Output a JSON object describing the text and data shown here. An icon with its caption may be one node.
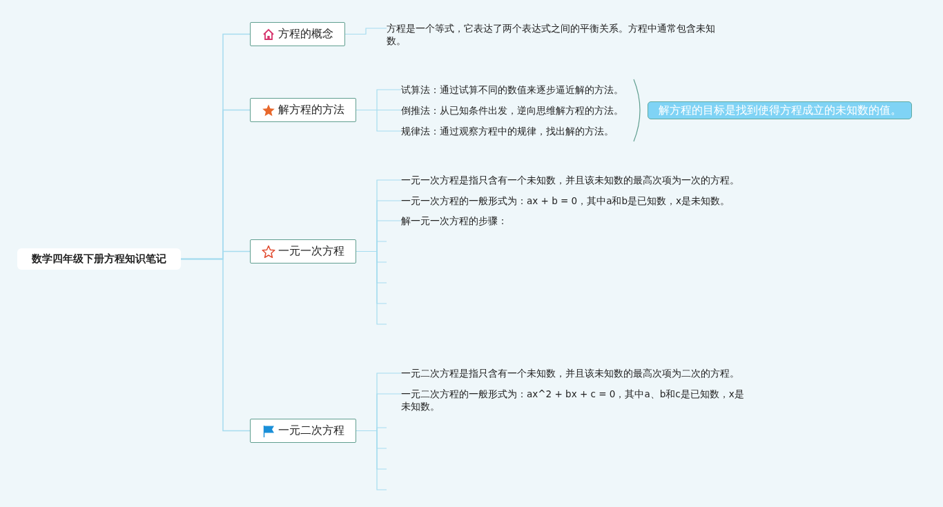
{
  "diagram": {
    "nodes": [
      {
        "text": [
          "数学四年级下册方程知识笔记"
        ]
      },
      {
        "text": [
          "方程的概念"
        ]
      },
      {
        "text": [
          "方程是一个等式，它表达了两个表达式之间的平衡关系。方程中通常包含未知数。"
        ]
      },
      {
        "text": [
          "解方程的方法"
        ]
      },
      {
        "text": [
          "试算法：通过试算不同的数值来逐步逼近解的方法。"
        ]
      },
      {
        "text": [
          "倒推法：从已知条件出发，逆向思维解方程的方法。"
        ]
      },
      {
        "text": [
          "规律法：通过观察方程中的规律，找出解的方法。"
        ]
      },
      {
        "text": [
          "解方程的目标是找到使得方程成立的未知数的值。"
        ]
      },
      {
        "text": [
          "一元一次方程"
        ]
      },
      {
        "text": [
          "一元一次方程是指只含有一个未知数，并且该未知数的最高次项为一次的方程。"
        ]
      },
      {
        "text": [
          "一元一次方程的一般形式为：ax + b = 0，其中a和b是已知数，x是未知数。"
        ]
      },
      {
        "text": [
          "解一元一次方程的步骤："
        ]
      },
      {
        "text": [
          "一元二次方程"
        ]
      },
      {
        "text": [
          "一元二次方程是指只含有一个未知数，并且该未知数的最高次项为二次的方程。"
        ]
      },
      {
        "text": [
          "一元二次方程的一般形式为：ax^2 + bx + c = 0，其中a、b和c是已知数，x是未知数。"
        ]
      }
    ],
    "edges": [
      {
        "from": 0,
        "to": 1,
        "arrow": "none"
      },
      {
        "from": 0,
        "to": 3,
        "arrow": "none"
      },
      {
        "from": 0,
        "to": 8,
        "arrow": "none"
      },
      {
        "from": 0,
        "to": 12,
        "arrow": "none"
      },
      {
        "from": 1,
        "to": 2,
        "arrow": "none"
      },
      {
        "from": 3,
        "to": 4,
        "arrow": "none"
      },
      {
        "from": 3,
        "to": 5,
        "arrow": "none"
      },
      {
        "from": 3,
        "to": 6,
        "arrow": "none"
      },
      {
        "from": 8,
        "to": 9,
        "arrow": "none"
      },
      {
        "from": 8,
        "to": 10,
        "arrow": "none"
      },
      {
        "from": 8,
        "to": 11,
        "arrow": "none"
      },
      {
        "from": 8,
        "to": null,
        "arrow": "none"
      },
      {
        "from": 8,
        "to": null,
        "arrow": "none"
      },
      {
        "from": 8,
        "to": null,
        "arrow": "none"
      },
      {
        "from": 8,
        "to": null,
        "arrow": "none"
      },
      {
        "from": 8,
        "to": null,
        "arrow": "none"
      },
      {
        "from": 12,
        "to": 13,
        "arrow": "none"
      },
      {
        "from": 12,
        "to": 14,
        "arrow": "none"
      },
      {
        "from": 12,
        "to": null,
        "arrow": "none"
      },
      {
        "from": 12,
        "to": null,
        "arrow": "none"
      },
      {
        "from": 12,
        "to": null,
        "arrow": "none"
      },
      {
        "from": 12,
        "to": null,
        "arrow": "none"
      }
    ]
  }
}
